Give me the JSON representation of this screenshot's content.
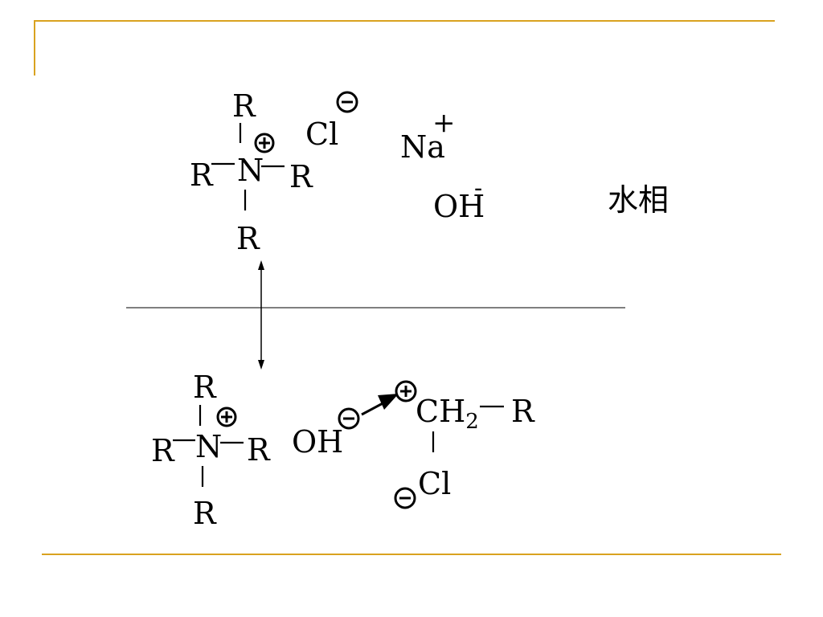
{
  "slide": {
    "accent_color": "#d9a21f"
  },
  "top_cation": {
    "n": "N",
    "r_top": "R",
    "r_left": "R",
    "r_right": "R",
    "r_bottom": "R",
    "charge": "plus"
  },
  "top_ions": {
    "chloride": "Cl",
    "chloride_charge": "minus",
    "sodium": "Na",
    "sodium_charge": "+",
    "hydroxide": "OH",
    "hydroxide_charge": "-"
  },
  "phase_label": "水相",
  "bottom_cation": {
    "n": "N",
    "r_top": "R",
    "r_left": "R",
    "r_right": "R",
    "r_bottom": "R",
    "charge": "plus"
  },
  "bottom_reaction": {
    "hydroxide": "OH",
    "hydroxide_charge": "minus",
    "ch2": "CH",
    "ch2_subscript": "2",
    "ch2_charge": "plus",
    "r_group": "R",
    "chloride": "Cl",
    "chloride_charge": "minus"
  }
}
